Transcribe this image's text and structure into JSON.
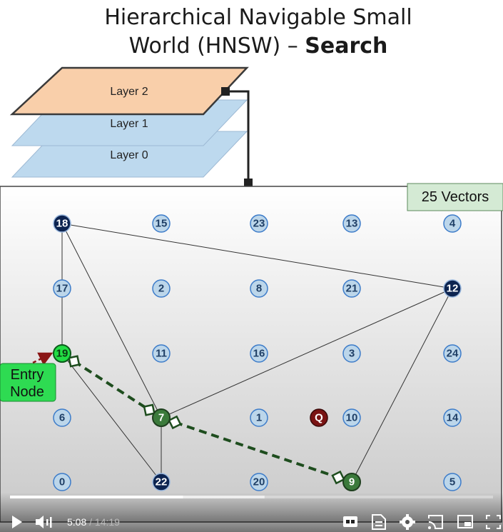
{
  "title": {
    "line1": "Hierarchical Navigable Small",
    "line2_prefix": "World (HNSW) – ",
    "line2_bold": "Search"
  },
  "layers": [
    {
      "label": "Layer 2",
      "active": true
    },
    {
      "label": "Layer 1",
      "active": false
    },
    {
      "label": "Layer 0",
      "active": false
    }
  ],
  "vector_count_badge": "25 Vectors",
  "entry_node_label": [
    "Entry",
    "Node"
  ],
  "query_label": "Q",
  "nodes": [
    {
      "id": "18",
      "state": "layer2"
    },
    {
      "id": "15",
      "state": "default"
    },
    {
      "id": "23",
      "state": "default"
    },
    {
      "id": "13",
      "state": "default"
    },
    {
      "id": "4",
      "state": "default"
    },
    {
      "id": "17",
      "state": "default"
    },
    {
      "id": "2",
      "state": "default"
    },
    {
      "id": "8",
      "state": "default"
    },
    {
      "id": "21",
      "state": "default"
    },
    {
      "id": "12",
      "state": "layer2"
    },
    {
      "id": "19",
      "state": "entry"
    },
    {
      "id": "11",
      "state": "default"
    },
    {
      "id": "16",
      "state": "default"
    },
    {
      "id": "3",
      "state": "default"
    },
    {
      "id": "24",
      "state": "default"
    },
    {
      "id": "6",
      "state": "default"
    },
    {
      "id": "7",
      "state": "visited"
    },
    {
      "id": "1",
      "state": "default"
    },
    {
      "id": "10",
      "state": "default"
    },
    {
      "id": "14",
      "state": "default"
    },
    {
      "id": "0",
      "state": "default"
    },
    {
      "id": "22",
      "state": "layer2"
    },
    {
      "id": "20",
      "state": "default"
    },
    {
      "id": "9",
      "state": "visited"
    },
    {
      "id": "5",
      "state": "default"
    }
  ],
  "edges": [
    [
      "18",
      "12"
    ],
    [
      "18",
      "19"
    ],
    [
      "18",
      "7"
    ],
    [
      "19",
      "22"
    ],
    [
      "7",
      "22"
    ],
    [
      "7",
      "12"
    ],
    [
      "12",
      "9"
    ]
  ],
  "search_path": [
    "19",
    "7",
    "9"
  ],
  "player": {
    "current_time": "5:08",
    "separator": " / ",
    "duration": "14:19",
    "progress": 0.358,
    "buffered": 0.527
  },
  "colors": {
    "default_fill": "#bcd6ea",
    "default_stroke": "#3d7cc9",
    "layer2_fill": "#0d2450",
    "entry_fill": "#22dd44",
    "visited_fill": "#3b7a3b",
    "query_fill": "#7a1414",
    "path_color": "#1e4d1e",
    "entry_arrow": "#8a1515",
    "layer2_plane": "#f9cfaa",
    "layer_plane": "#bdd9ee",
    "badge_fill": "#d4ead4",
    "entry_box": "#2edb52"
  }
}
